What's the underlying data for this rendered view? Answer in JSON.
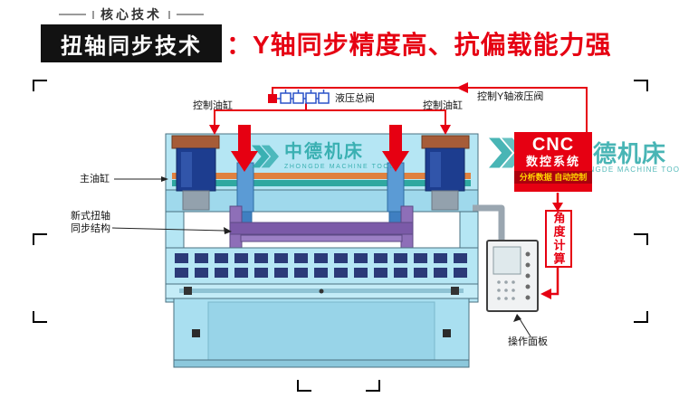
{
  "header": {
    "kicker": "核心技术",
    "title": "扭轴同步技术",
    "subtitle": "：Y轴同步精度高、抗偏载能力强"
  },
  "diagram": {
    "labels": {
      "control_cylinder_left": "控制油缸",
      "hydraulic_main_valve": "液压总阀",
      "control_cylinder_right": "控制油缸",
      "control_y_valve": "控制Y轴液压阀",
      "main_cylinder": "主油缸",
      "torsion_line1": "新式扭轴",
      "torsion_line2": "同步结构",
      "angle_calc": "角度计算",
      "operation_panel": "操作面板"
    },
    "cnc": {
      "title": "CNC",
      "subtitle": "数控系统",
      "caption": "分析数据 自动控制"
    }
  },
  "watermark": {
    "cn": "中德机床",
    "en": "ZHONGDE MACHINE TOOL"
  },
  "colors": {
    "accent_red": "#e60012",
    "brand_teal": "#2aa9a9",
    "machine_blue": "#b5e6f4"
  }
}
